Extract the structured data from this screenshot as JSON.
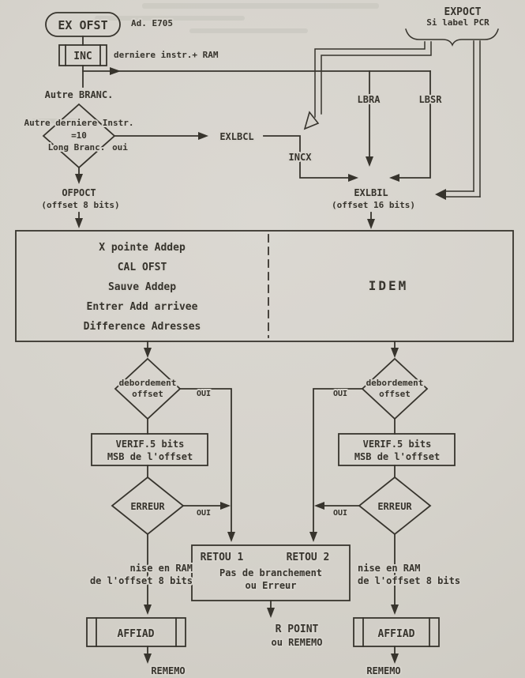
{
  "palette": {
    "paper": "#d7d4cd",
    "ink": "#37342d"
  },
  "flowchart": {
    "start": {
      "label": "EX OFST",
      "note": "Ad. E705"
    },
    "inc": {
      "label": "INC",
      "note": "derniere instr.+ RAM"
    },
    "expoct": {
      "label": "EXPOCT",
      "note": "Si label PCR"
    },
    "autre_branc": "Autre BRANC.",
    "decision_long_branch": {
      "line1": "Autre derniere Instr.",
      "line2": "=10",
      "line3": "Long Branc.",
      "yes": "oui"
    },
    "exlbcl": "EXLBCL",
    "incx": "INCX",
    "lbra": "LBRA",
    "lbsr": "LBSR",
    "ofpoct": {
      "label": "OFPOCT",
      "note": "(offset 8 bits)"
    },
    "exlbil": {
      "label": "EXLBIL",
      "note": "(offset 16 bits)"
    },
    "main_box": {
      "steps": [
        "X pointe Addep",
        "CAL OFST",
        "Sauve Addep",
        "Entrer Add arrivee",
        "Difference Adresses"
      ],
      "idem": "IDEM"
    },
    "overflow_decision": {
      "line1": "debordement",
      "line2": "offset",
      "yes": "OUI"
    },
    "verif_box": {
      "line1": "VERIF.5 bits",
      "line2": "MSB de l'offset"
    },
    "erreur_decision": {
      "label": "ERREUR",
      "yes": "OUI"
    },
    "retou_box": {
      "title_left": "RETOU 1",
      "title_right": "RETOU 2",
      "line1": "Pas de branchement",
      "line2": "ou Erreur"
    },
    "ram_note": {
      "line1": "nise en RAM",
      "line2": "de l'offset 8 bits"
    },
    "affiad": "AFFIAD",
    "rememo": "REMEMO",
    "r_point": {
      "line1": "R POINT",
      "line2": "ou REMEMO"
    }
  }
}
